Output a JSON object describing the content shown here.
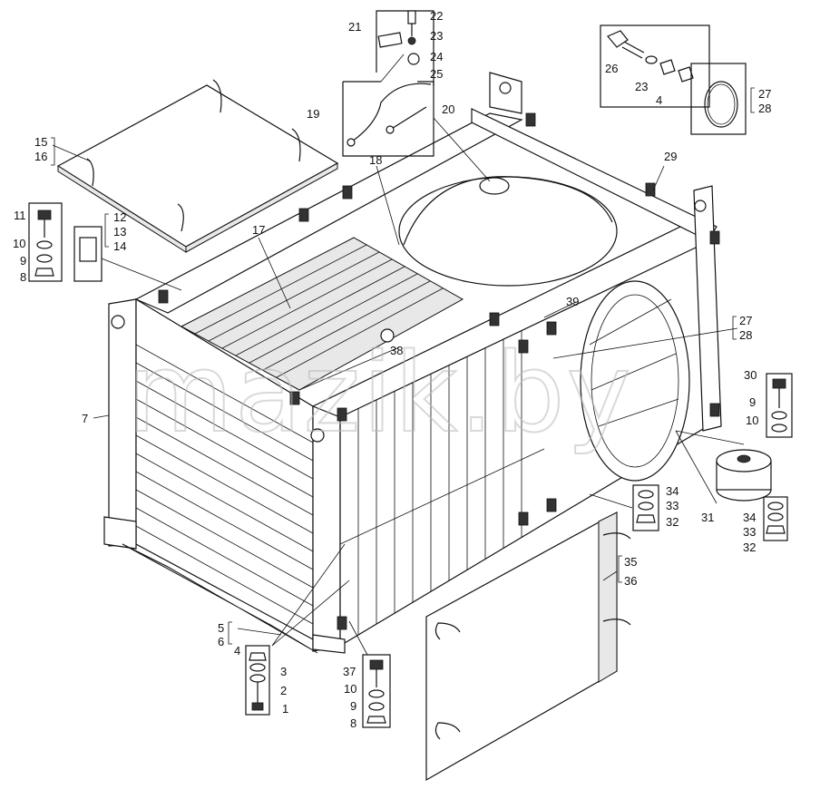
{
  "watermark": "mazik.by",
  "parts": [
    {
      "id": "p1",
      "text": "1"
    },
    {
      "id": "p2",
      "text": "2"
    },
    {
      "id": "p3",
      "text": "3"
    },
    {
      "id": "p4a",
      "text": "4"
    },
    {
      "id": "p4b",
      "text": "4"
    },
    {
      "id": "p5",
      "text": "5"
    },
    {
      "id": "p6",
      "text": "6"
    },
    {
      "id": "p7",
      "text": "7"
    },
    {
      "id": "p8a",
      "text": "8"
    },
    {
      "id": "p8b",
      "text": "8"
    },
    {
      "id": "p9a",
      "text": "9"
    },
    {
      "id": "p9b",
      "text": "9"
    },
    {
      "id": "p9c",
      "text": "9"
    },
    {
      "id": "p10a",
      "text": "10"
    },
    {
      "id": "p10b",
      "text": "10"
    },
    {
      "id": "p10c",
      "text": "10"
    },
    {
      "id": "p11",
      "text": "11"
    },
    {
      "id": "p12",
      "text": "12"
    },
    {
      "id": "p13",
      "text": "13"
    },
    {
      "id": "p14",
      "text": "14"
    },
    {
      "id": "p15",
      "text": "15"
    },
    {
      "id": "p16",
      "text": "16"
    },
    {
      "id": "p17",
      "text": "17"
    },
    {
      "id": "p18",
      "text": "18"
    },
    {
      "id": "p19",
      "text": "19"
    },
    {
      "id": "p20",
      "text": "20"
    },
    {
      "id": "p21",
      "text": "21"
    },
    {
      "id": "p22",
      "text": "22"
    },
    {
      "id": "p23a",
      "text": "23"
    },
    {
      "id": "p23b",
      "text": "23"
    },
    {
      "id": "p24",
      "text": "24"
    },
    {
      "id": "p25",
      "text": "25"
    },
    {
      "id": "p26",
      "text": "26"
    },
    {
      "id": "p27a",
      "text": "27"
    },
    {
      "id": "p28a",
      "text": "28"
    },
    {
      "id": "p27b",
      "text": "27"
    },
    {
      "id": "p28b",
      "text": "28"
    },
    {
      "id": "p29",
      "text": "29"
    },
    {
      "id": "p30",
      "text": "30"
    },
    {
      "id": "p31",
      "text": "31"
    },
    {
      "id": "p32a",
      "text": "32"
    },
    {
      "id": "p32b",
      "text": "32"
    },
    {
      "id": "p33a",
      "text": "33"
    },
    {
      "id": "p33b",
      "text": "33"
    },
    {
      "id": "p34a",
      "text": "34"
    },
    {
      "id": "p34b",
      "text": "34"
    },
    {
      "id": "p35",
      "text": "35"
    },
    {
      "id": "p36",
      "text": "36"
    },
    {
      "id": "p37",
      "text": "37"
    },
    {
      "id": "p38",
      "text": "38"
    },
    {
      "id": "p39",
      "text": "39"
    }
  ]
}
